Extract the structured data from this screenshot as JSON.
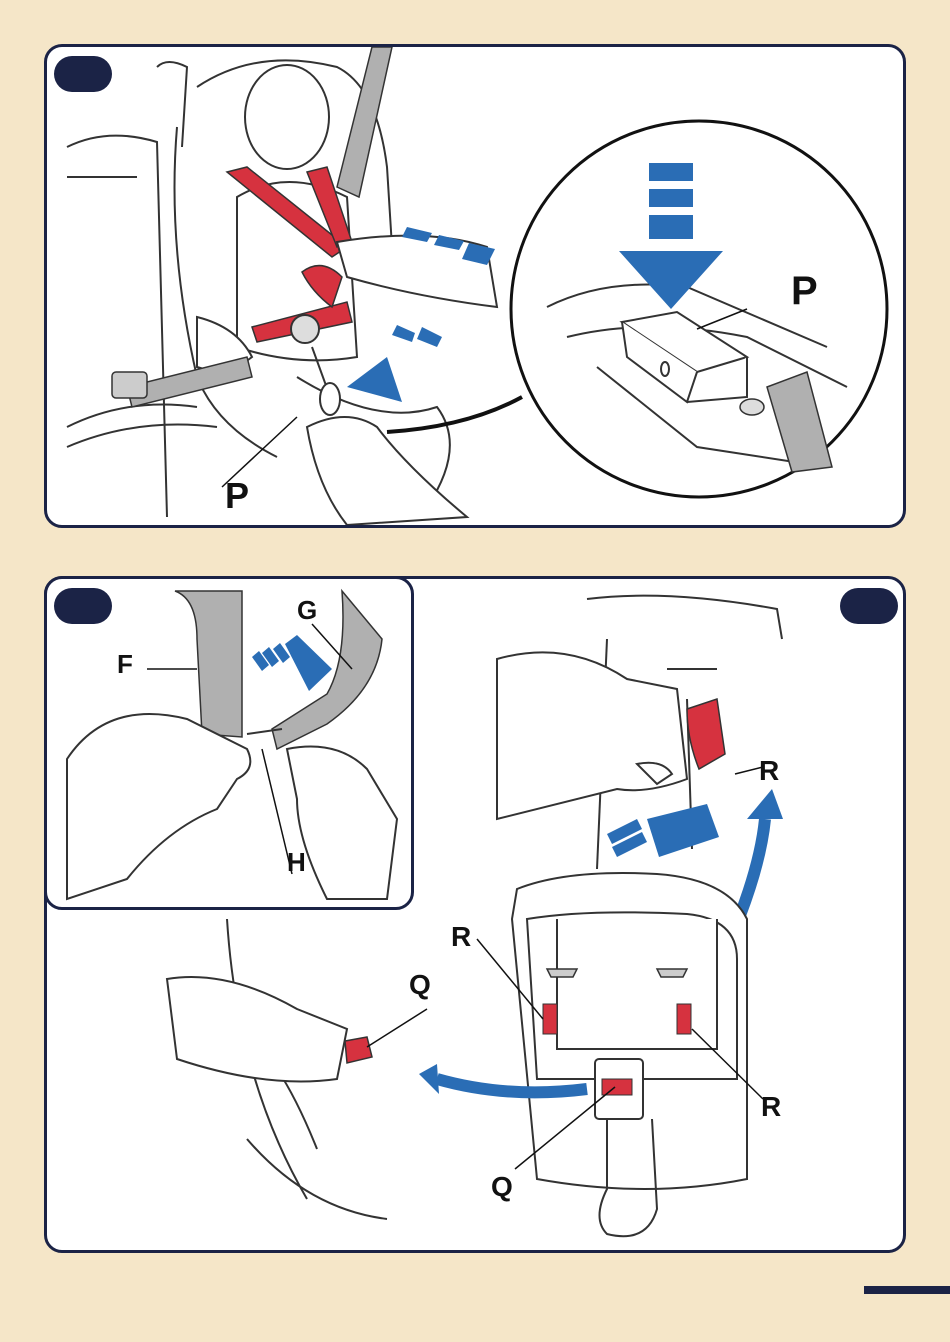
{
  "colors": {
    "page_background": "#f5e6c8",
    "panel_border": "#1b2346",
    "arrow_blue": "#2a6db5",
    "harness_red": "#d6323f",
    "belt_gray": "#b0b0b0"
  },
  "figure_top": {
    "labels": {
      "p_main": "P",
      "p_zoom": "P"
    }
  },
  "figure_bottom": {
    "inset_labels": {
      "f": "F",
      "g": "G",
      "h": "H"
    },
    "labels": {
      "r_top": "R",
      "r_left": "R",
      "r_right": "R",
      "q_left": "Q",
      "q_bottom": "Q"
    }
  }
}
